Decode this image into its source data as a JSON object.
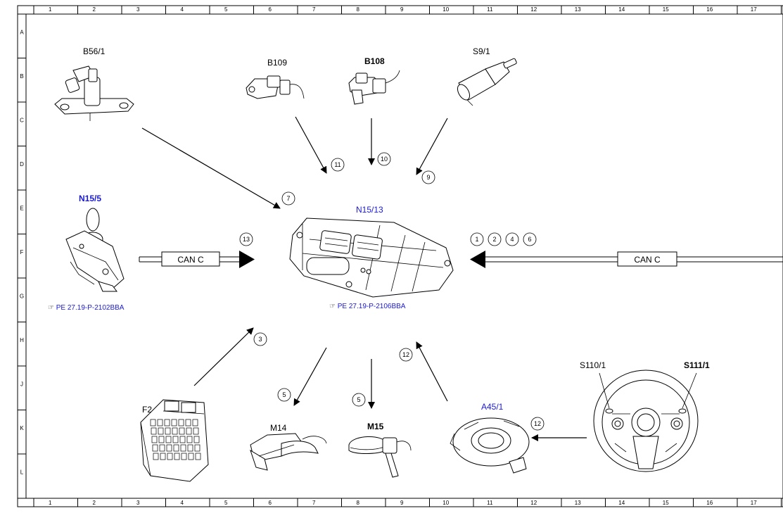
{
  "grid": {
    "columns": [
      "1",
      "2",
      "3",
      "4",
      "5",
      "6",
      "7",
      "8",
      "9",
      "10",
      "11",
      "12",
      "13",
      "14",
      "15",
      "16",
      "17"
    ],
    "rows": [
      "A",
      "B",
      "C",
      "D",
      "E",
      "F",
      "G",
      "H",
      "J",
      "K",
      "L"
    ]
  },
  "components": {
    "b56_1": "B56/1",
    "b109": "B109",
    "b108": "B108",
    "s9_1": "S9/1",
    "n15_5": "N15/5",
    "n15_13": "N15/13",
    "f2": "F2",
    "m14": "M14",
    "m15": "M15",
    "a45_1": "A45/1",
    "s110_1": "S110/1",
    "s111_1": "S111/1"
  },
  "references": {
    "n15_5": "PE 27.19-P-2102BBA",
    "n15_13": "PE 27.19-P-2106BBA"
  },
  "bus": {
    "left": "CAN C",
    "right": "CAN C"
  },
  "signals": {
    "s7": "7",
    "s11": "11",
    "s10": "10",
    "s9": "9",
    "s13": "13",
    "s1": "1",
    "s2": "2",
    "s4": "4",
    "s6": "6",
    "s3": "3",
    "s5a": "5",
    "s5b": "5",
    "s12a": "12",
    "s12b": "12"
  }
}
